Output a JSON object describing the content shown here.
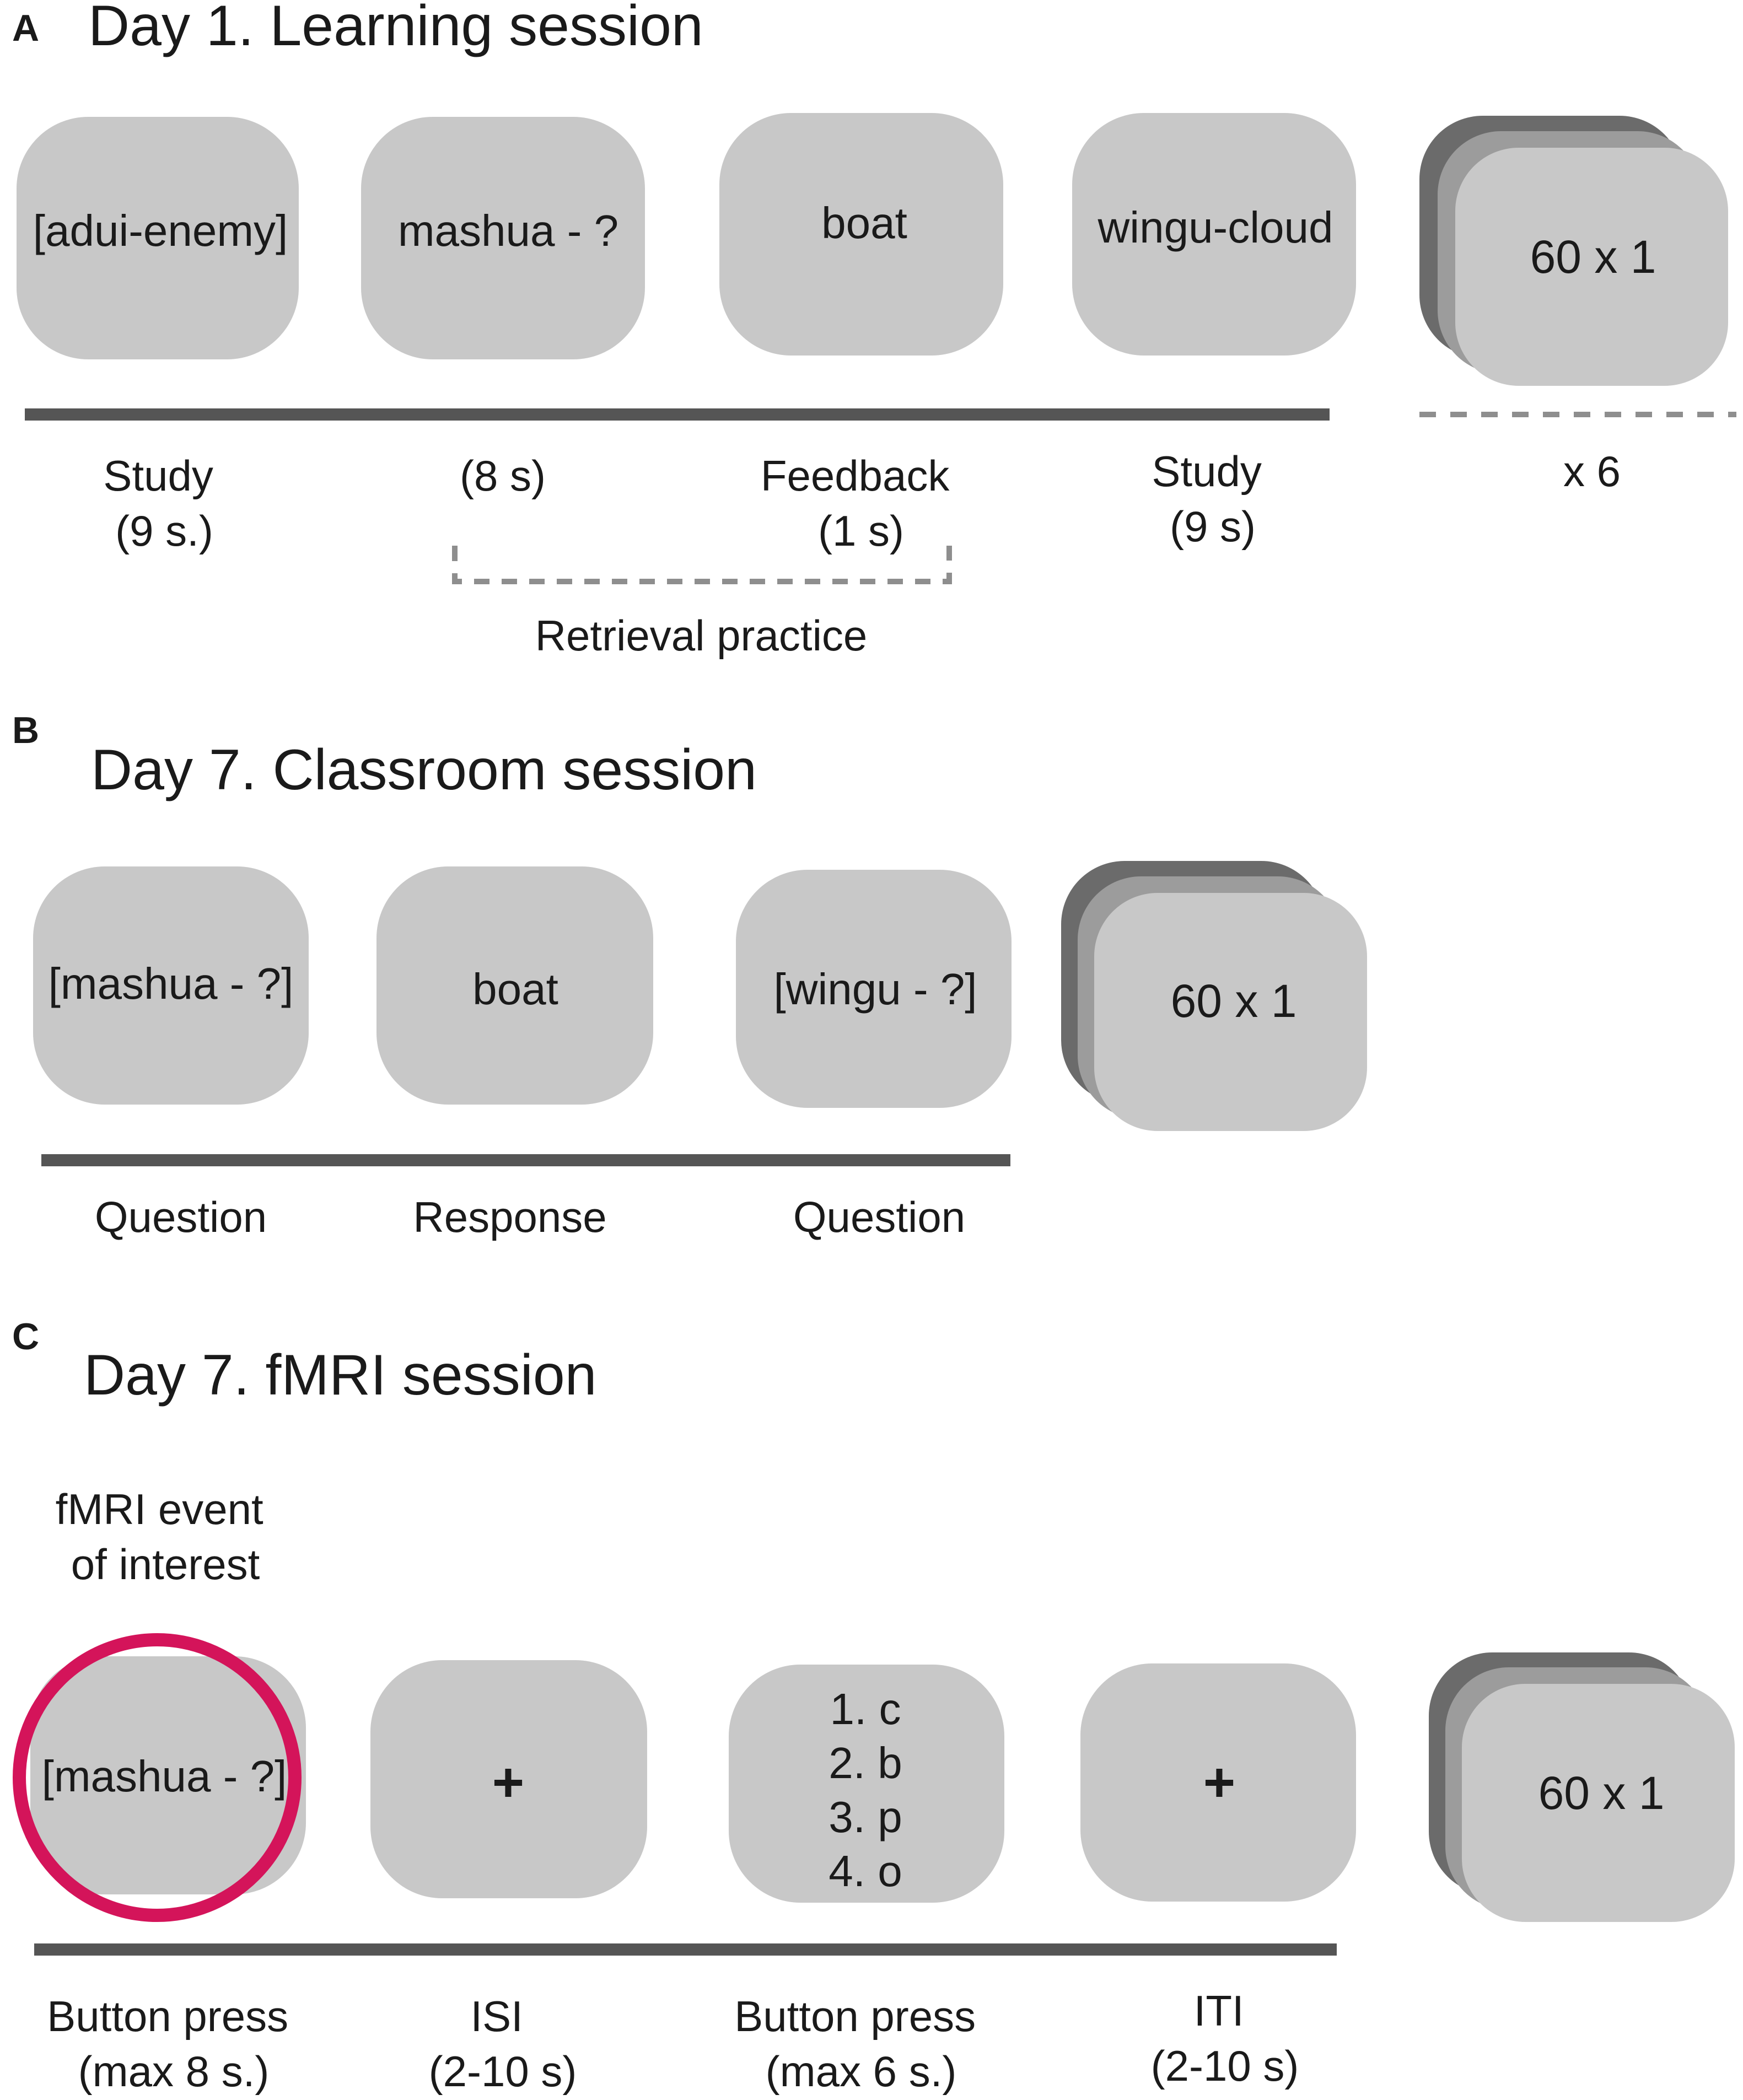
{
  "colors": {
    "card": "#c8c8c8",
    "stack_back": "#6b6b6b",
    "stack_mid": "#9c9c9c",
    "timeline": "#555555",
    "dashed": "#8e8e8e",
    "highlight_ring": "#d4145a",
    "text": "#1a1a1a"
  },
  "panels": [
    {
      "letter": "A",
      "title": "Day 1. Learning session",
      "cards": [
        "[adui-enemy]",
        "mashua - ?",
        "boat",
        "wingu-cloud"
      ],
      "stack_label": "60 x 1",
      "repeat_label": "x 6",
      "labels": [
        [
          "Study",
          "(9 s.)"
        ],
        [
          "(8 s)"
        ],
        [
          "Feedback",
          "(1 s)"
        ],
        [
          "Study",
          "(9 s)"
        ]
      ],
      "bracket_label": "Retrieval practice"
    },
    {
      "letter": "B",
      "title": "Day 7. Classroom session",
      "cards": [
        "[mashua - ?]",
        "boat",
        "[wingu - ?]"
      ],
      "stack_label": "60 x 1",
      "labels": [
        [
          "Question"
        ],
        [
          "Response"
        ],
        [
          "Question"
        ]
      ]
    },
    {
      "letter": "C",
      "title": "Day 7. fMRI session",
      "event_label": [
        "fMRI event",
        "of interest"
      ],
      "cards": [
        "[mashua - ?]",
        "+",
        "",
        "+"
      ],
      "options": [
        "1. c",
        "2. b",
        "3. p",
        "4. o"
      ],
      "stack_label": "60 x 1",
      "labels": [
        [
          "Button press",
          "(max 8 s.)"
        ],
        [
          "ISI",
          "(2-10 s)"
        ],
        [
          "Button press",
          "(max 6 s.)"
        ],
        [
          "ITI",
          "(2-10 s)"
        ]
      ]
    }
  ]
}
